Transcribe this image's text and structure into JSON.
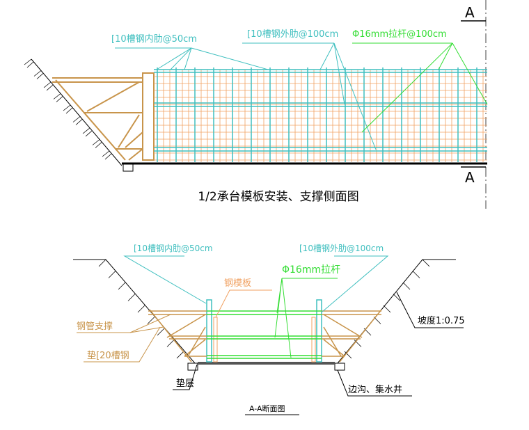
{
  "side_view": {
    "title": "1/2承台模板安装、支撑侧面图",
    "section_mark_top": "A",
    "section_mark_bottom": "A",
    "labels": {
      "inner_rib": "[10槽钢内肋@50cm",
      "outer_rib": "[10槽钢外肋@100cm",
      "tie_rod": "Φ16mm拉杆@100cm"
    }
  },
  "section_view": {
    "title": "A-A断面图",
    "labels": {
      "inner_rib": "[10槽钢内肋@50cm",
      "outer_rib": "[10槽钢外肋@100cm",
      "tie_rod": "Φ16mm拉杆",
      "steel_form": "钢模板",
      "pipe_support": "钢管支撑",
      "channel_pad": "垫[20槽钢",
      "slope": "坡度1:0.75",
      "cushion": "垫层",
      "ditch": "边沟、集水井"
    }
  },
  "colors": {
    "cyan": "#3fbfbf",
    "green": "#33dd33",
    "orange": "#f0a060",
    "brown": "#c8944a",
    "black": "#000000"
  }
}
